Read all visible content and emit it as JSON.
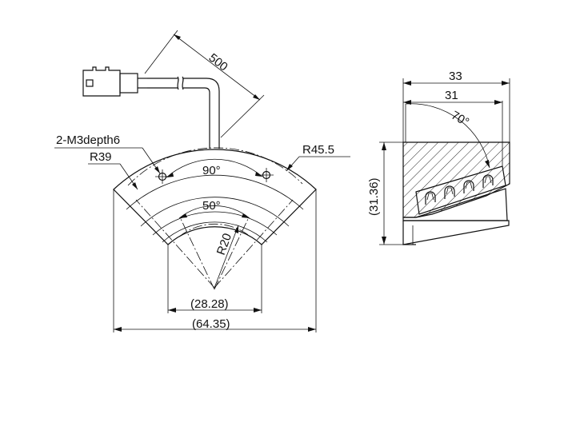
{
  "diagram": {
    "front_view": {
      "cable_length": "500",
      "hole_spec": "2-M3depth6",
      "inner_bolt_radius": "R39",
      "outer_radius": "R45.5",
      "hole_angle": "90°",
      "inner_angle": "50°",
      "inner_radius": "R20",
      "inner_width": "(28.28)",
      "outer_width": "(64.35)"
    },
    "side_view": {
      "total_width": "33",
      "inner_width": "31",
      "tilt_angle": "70°",
      "height": "(31.36)"
    }
  }
}
